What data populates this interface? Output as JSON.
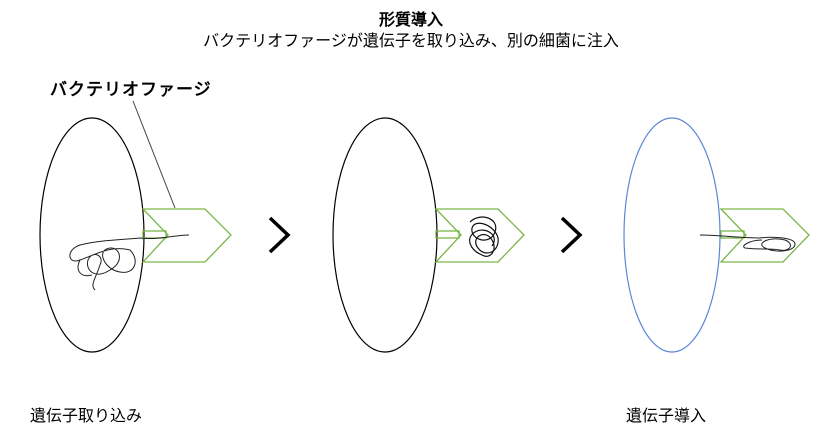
{
  "title": "形質導入",
  "subtitle": "バクテリオファージが遺伝子を取り込み、別の細菌に注入",
  "phage_label": "バクテリオファージ",
  "captions": {
    "step1": "遺伝子取り込み",
    "step3": "遺伝子導入"
  },
  "colors": {
    "phage": "#7ab648",
    "cell": "#000000",
    "recipient_cell": "#5b86d6",
    "dna": "#222222"
  }
}
